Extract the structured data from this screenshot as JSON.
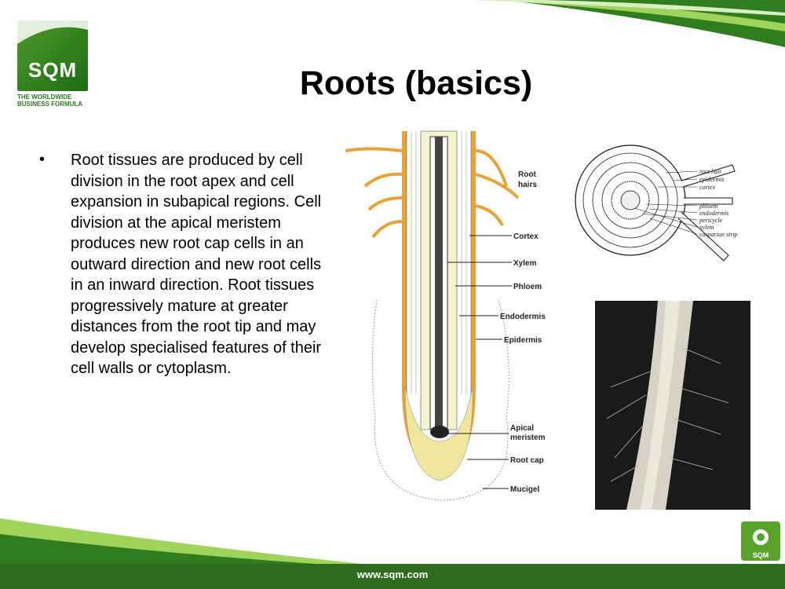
{
  "header": {
    "logo_text": "SQM",
    "tagline_1": "THE WORLDWIDE",
    "tagline_2": "BUSINESS FORMULA"
  },
  "title": "Roots (basics)",
  "body": {
    "bullet": "•",
    "text": "Root tissues are produced by cell division in the root apex and cell expansion in subapical regions. Cell division at the apical meristem produces new root cap cells in an outward direction and new root cells in an inward direction. Root tissues progressively mature at greater distances from the root tip and may develop specialised features of their cell walls or cytoplasm."
  },
  "root_diagram": {
    "labels": {
      "root_hairs_1": "Root",
      "root_hairs_2": "hairs",
      "cortex": "Cortex",
      "xylem": "Xylem",
      "phloem": "Phloem",
      "endodermis": "Endodermis",
      "epidermis": "Epidermis",
      "apical_meristem_1": "Apical",
      "apical_meristem_2": "meristem",
      "root_cap": "Root cap",
      "mucigel": "Mucigel"
    },
    "colors": {
      "epidermis": "#e8a23a",
      "root_cap": "#f0e6a0",
      "stele": "#f5f2d0"
    }
  },
  "cross_section": {
    "labels": {
      "root_hair": "root hair",
      "epidermis": "epidermis",
      "cortex": "cortex",
      "phloem": "phloem",
      "endodermis": "endodermis",
      "pericycle": "pericycle",
      "xylem": "xylem",
      "casparian_strip": "casparian strip"
    }
  },
  "footer": {
    "url": "www.sqm.com",
    "corner_logo": "SQM"
  },
  "brand_colors": {
    "green_dark": "#1f6b17",
    "green_light": "#8cc63f"
  }
}
